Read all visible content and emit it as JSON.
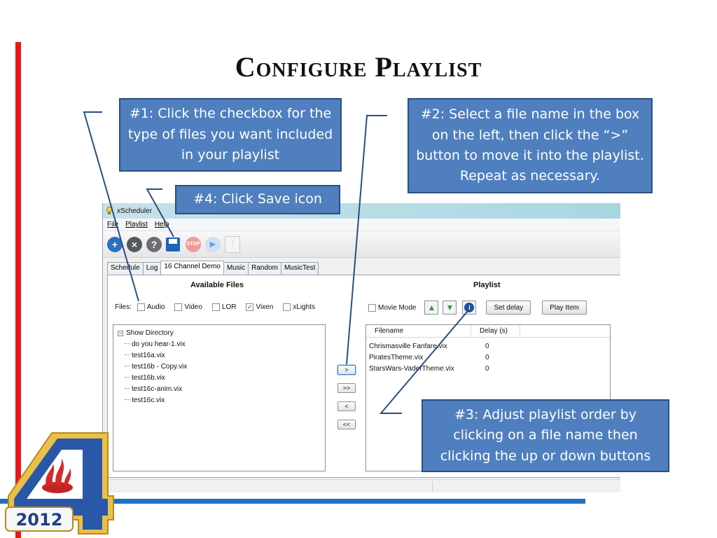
{
  "slide": {
    "title": "Configure Playlist"
  },
  "callouts": {
    "c1": "#1: Click the checkbox for the type of files you want included in your playlist",
    "c2": "#2: Select a file name in the box on the left, then click the “>” button to move it into the playlist. Repeat as necessary.",
    "c3": "#3: Adjust playlist order by clicking on a file name then clicking the up or down buttons",
    "c4": "#4: Click Save icon"
  },
  "app": {
    "title": "xScheduler",
    "menu": [
      "File",
      "Playlist",
      "Help"
    ],
    "tabs": [
      "Schedule",
      "Log",
      "16 Channel Demo",
      "Music",
      "Random",
      "MusicTest"
    ],
    "active_tab": "16 Channel Demo",
    "available_files_title": "Available Files",
    "files_label": "Files:",
    "file_types": [
      {
        "label": "Audio",
        "checked": false
      },
      {
        "label": "Video",
        "checked": false
      },
      {
        "label": "LOR",
        "checked": false
      },
      {
        "label": "Vixen",
        "checked": true
      },
      {
        "label": "xLights",
        "checked": false
      }
    ],
    "tree_root": "Show Directory",
    "tree_items": [
      "do you hear-1.vix",
      "test16a.vix",
      "test16b - Copy.vix",
      "test16b.vix",
      "test16c-anim.vix",
      "test16c.vix"
    ],
    "move_buttons": [
      ">",
      ">>",
      "<",
      "<<"
    ],
    "playlist_title": "Playlist",
    "movie_mode_label": "Movie Mode",
    "set_delay_label": "Set delay",
    "play_item_label": "Play Item",
    "info_glyph": "i",
    "columns": [
      "Filename",
      "Delay (s)"
    ],
    "playlist_rows": [
      {
        "filename": "Chrismasville Fanfare.vix",
        "delay": "0"
      },
      {
        "filename": "PiratesTheme.vix",
        "delay": "0"
      },
      {
        "filename": "StarsWars-VaderTheme.vix",
        "delay": "0"
      }
    ],
    "toolbar_icons": [
      "add-icon",
      "delete-icon",
      "help-icon",
      "save-icon",
      "stop-icon",
      "play-icon",
      "mixer-icon"
    ],
    "stop_label": "STOP"
  },
  "logo": {
    "year": "2012",
    "digit": "4",
    "colors": {
      "red": "#d42a2a",
      "blue": "#2a57a8",
      "gold": "#e8c04a"
    }
  },
  "colors": {
    "callout_bg": "#4f7fbe",
    "red_bar": "#e8151b",
    "blue_bar": "#1f6fc4"
  }
}
